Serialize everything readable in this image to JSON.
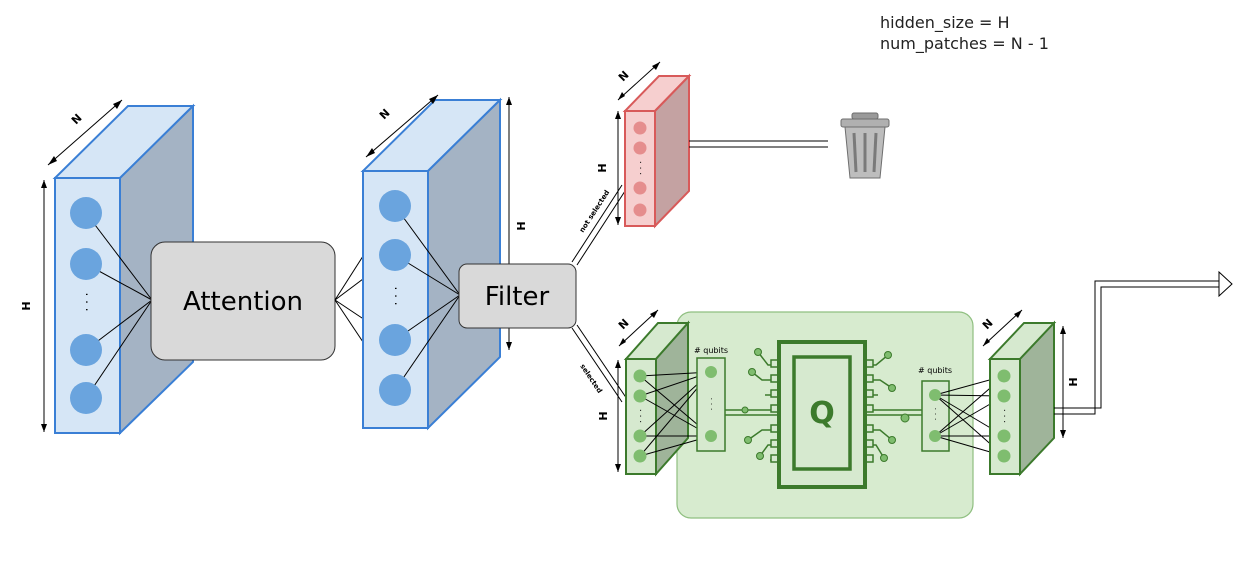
{
  "legend": {
    "line1": "hidden_size = H",
    "line2": "num_patches = N - 1"
  },
  "blocks": {
    "attention": "Attention",
    "filter": "Filter"
  },
  "dims": {
    "n": "N",
    "h": "H",
    "dots": ". . ."
  },
  "branches": {
    "not_selected": "not selected",
    "selected": "selected"
  },
  "quantum": {
    "qubits_label": "# qubits",
    "chip_glyph": "Q"
  },
  "icons": {
    "trash": "trash-can-icon",
    "chip": "quantum-chip-icon",
    "arrow": "output-arrow"
  },
  "colors": {
    "blue_face": "#d6e6f6",
    "blue_side": "#a4b3c4",
    "blue_edge": "#3a7fd5",
    "blue_node": "#6aa4de",
    "red_face": "#f6cfcf",
    "red_side": "#c4a2a2",
    "red_edge": "#d85a5a",
    "red_node": "#e58d8d",
    "green_face": "#d6e9cf",
    "green_side": "#9fb49a",
    "green_edge": "#3c7a2c",
    "green_node": "#7fbd6f",
    "green_panel": "#d7ebcf",
    "gray_box": "#d9d9d9"
  }
}
